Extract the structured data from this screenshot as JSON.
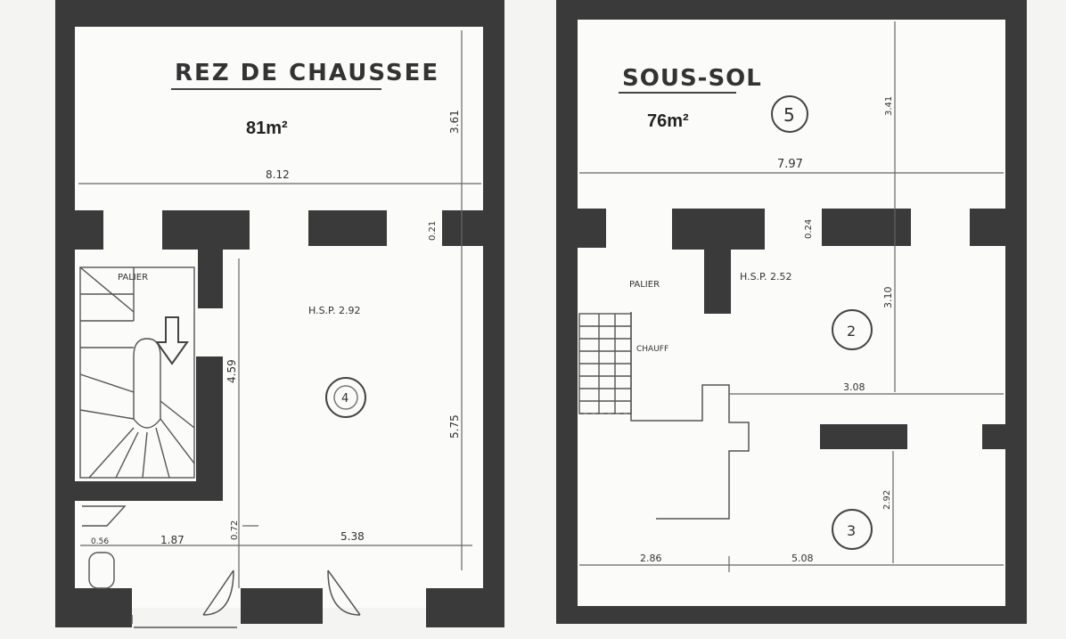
{
  "left_plan": {
    "title": "REZ DE CHAUSSEE",
    "area": "81m²",
    "dims": {
      "top_width": "8.12",
      "top_height": "3.61",
      "wall_gap": "0.21",
      "right_height": "5.75",
      "stair_height": "4.59",
      "entry_width": "5.38",
      "wc_width": "1.87",
      "wc_small": "0.56",
      "small_v": "0.72"
    },
    "labels": {
      "palier": "PALIER",
      "hsp": "H.S.P. 2.92",
      "room_number": "4"
    }
  },
  "right_plan": {
    "title": "SOUS-SOL",
    "area": "76m²",
    "room_number_top": "5",
    "dims": {
      "top_width": "7.97",
      "top_height": "3.41",
      "wall_gap": "0.24",
      "mid_height": "3.10",
      "mid_width": "3.08",
      "low_height": "2.92",
      "bottom_left": "2.86",
      "bottom_right": "5.08"
    },
    "labels": {
      "palier": "PALIER",
      "hsp": "H.S.P. 2.52",
      "chauff": "CHAUFF",
      "room_a": "2",
      "room_b": "3"
    }
  }
}
